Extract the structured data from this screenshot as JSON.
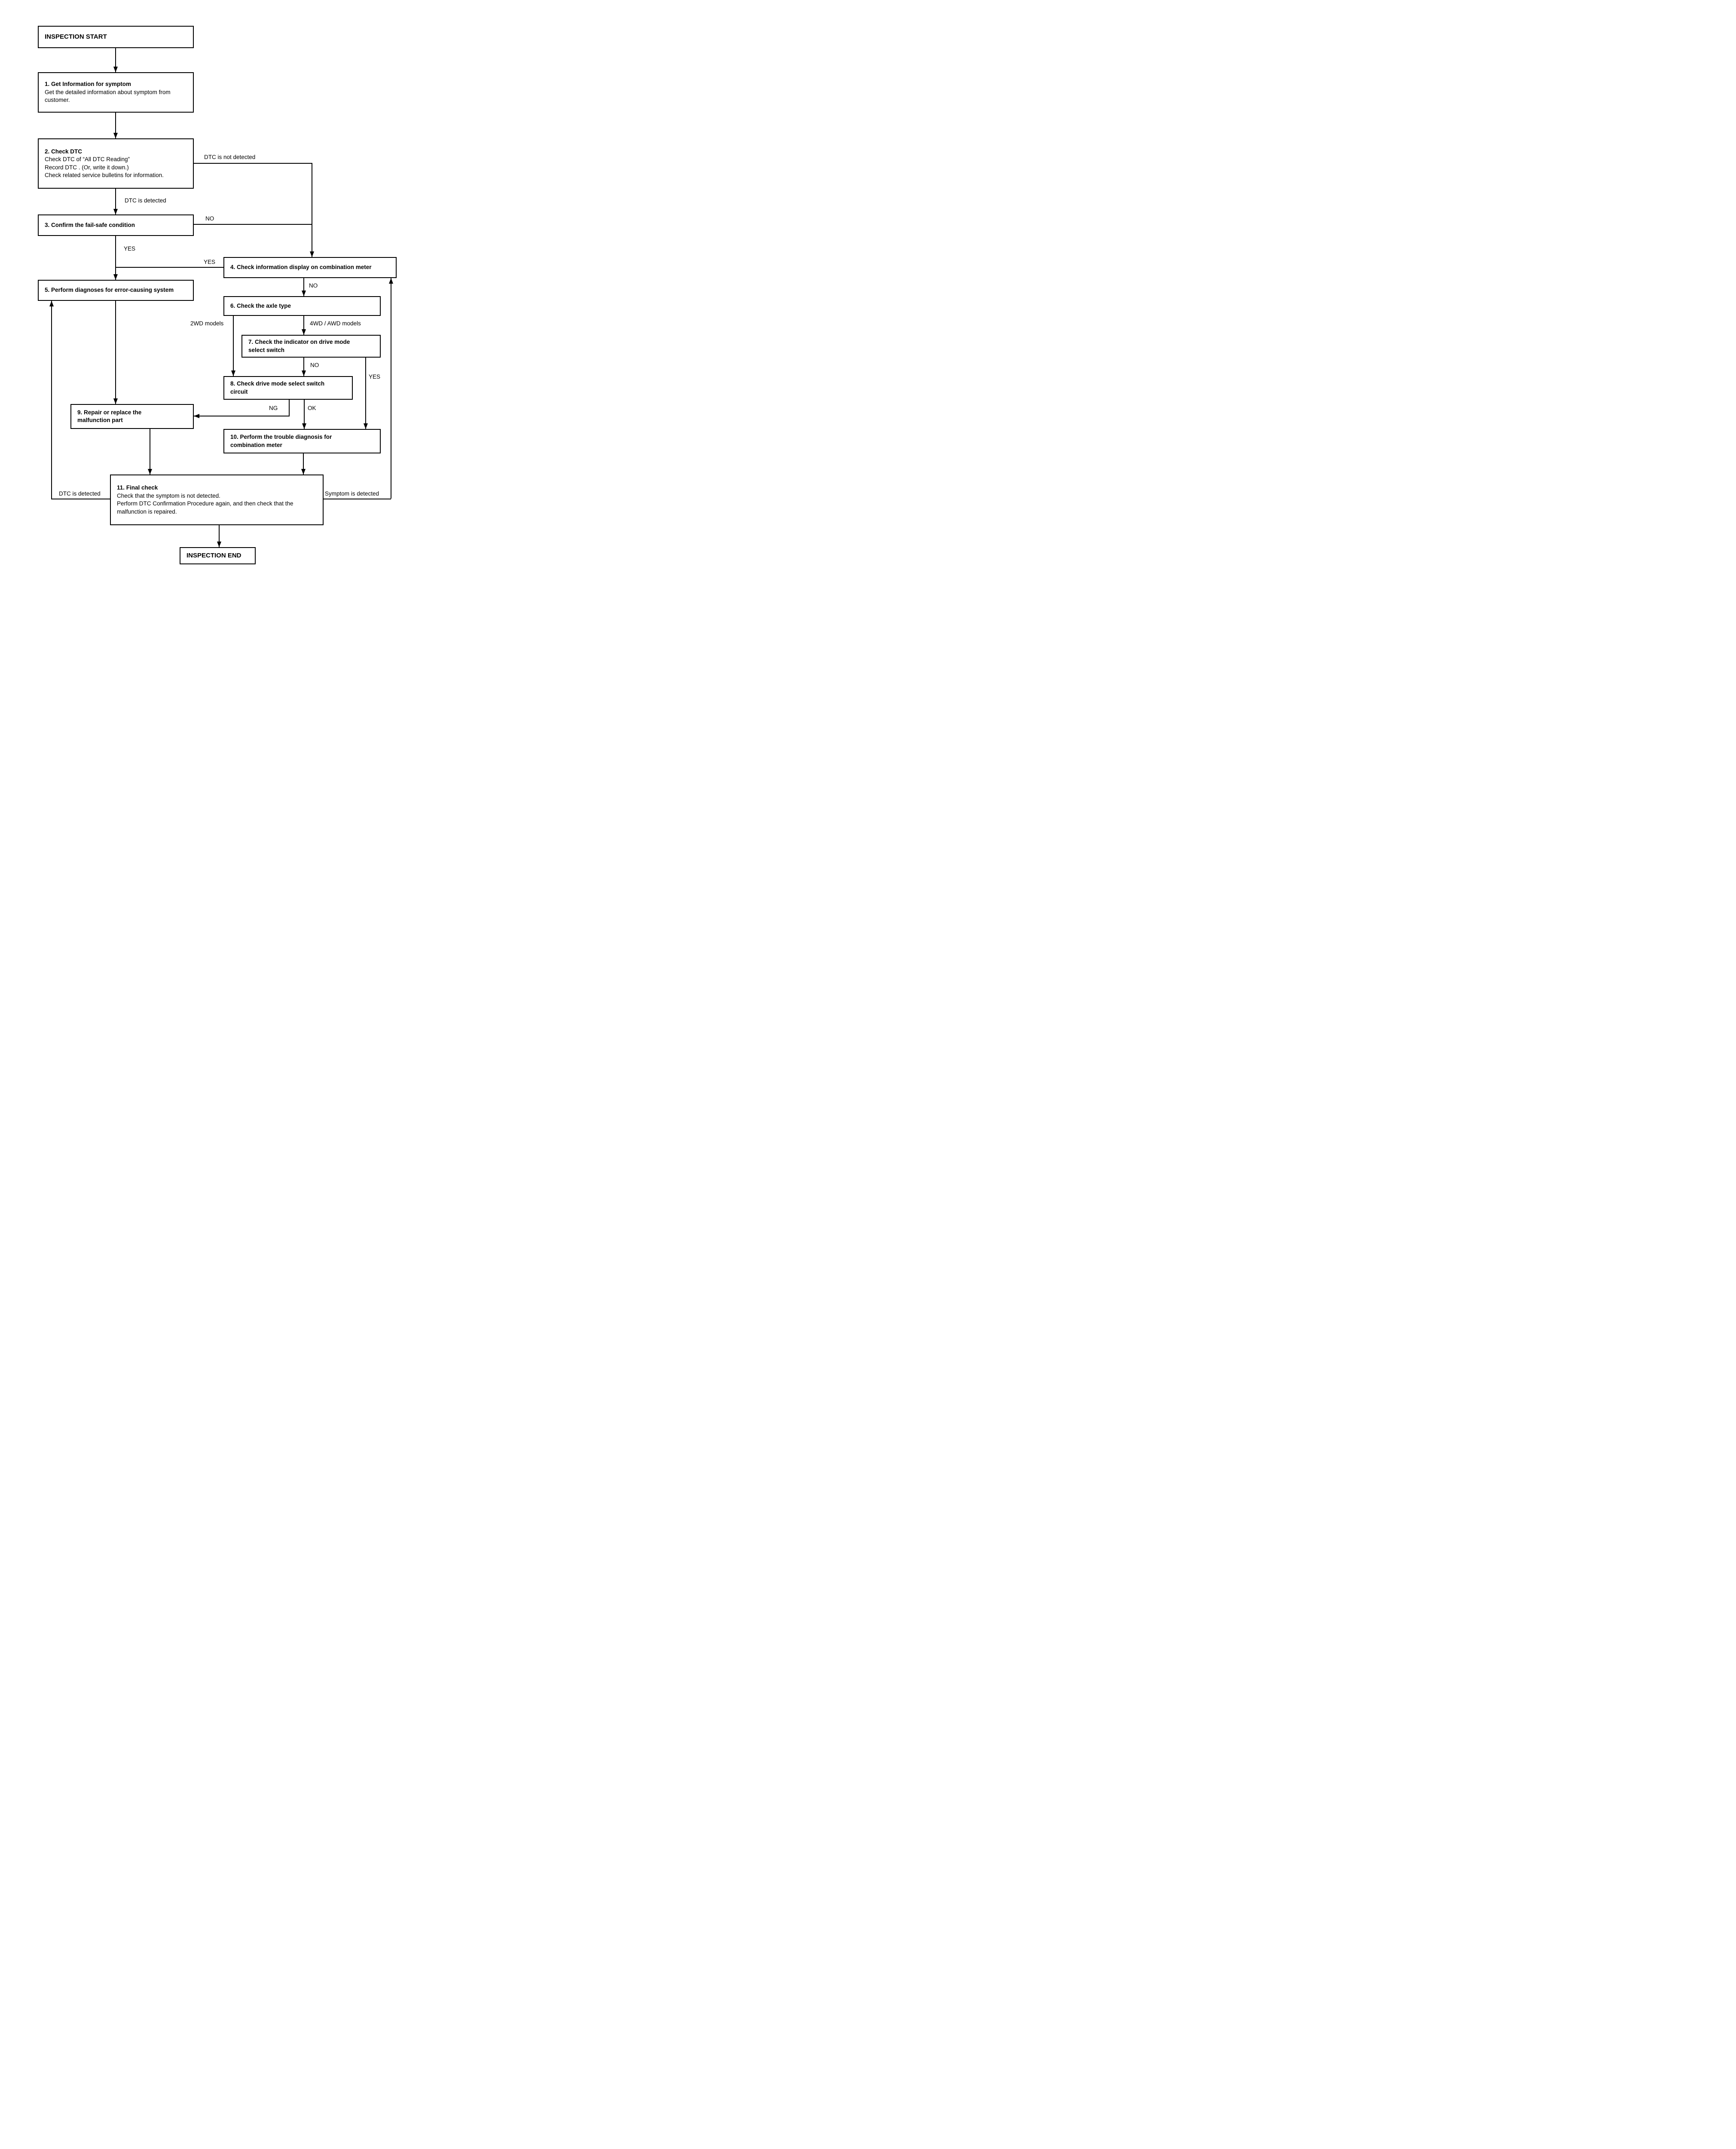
{
  "diagram": {
    "type": "flowchart",
    "nodes": {
      "start": {
        "label": "INSPECTION START"
      },
      "step1": {
        "title": "1. Get Information for symptom",
        "body": [
          "Get the detailed information about symptom from customer."
        ]
      },
      "step2": {
        "title": "2. Check DTC",
        "body": [
          "Check DTC of “All DTC Reading”",
          "Record DTC . (Or, write it down.)",
          "Check related service bulletins for information."
        ]
      },
      "step3": {
        "title": "3. Confirm the fail-safe condition"
      },
      "step4": {
        "title": "4. Check information display on combination meter"
      },
      "step5": {
        "title": "5. Perform diagnoses for error-causing system"
      },
      "step6": {
        "title": "6. Check the axle type"
      },
      "step7": {
        "title": "7. Check the indicator on drive mode select switch"
      },
      "step8": {
        "title": "8. Check drive mode select switch circuit"
      },
      "step9": {
        "title": "9. Repair or replace the malfunction part"
      },
      "step10": {
        "title": "10. Perform the trouble diagnosis for combination meter"
      },
      "step11": {
        "title": "11. Final check",
        "body": [
          "Check that the symptom is not detected.",
          "Perform DTC Confirmation Procedure again, and then check that the malfunction is repaired."
        ]
      },
      "end": {
        "label": "INSPECTION END"
      }
    },
    "edge_labels": {
      "step2_to_step3": "DTC is detected",
      "step2_to_step4": "DTC is not detected",
      "step3_to_step4": "NO",
      "step3_to_step5": "YES",
      "step4_to_step5": "YES",
      "step4_to_step6": "NO",
      "step6_to_step8": "2WD models",
      "step6_to_step7": "4WD / AWD models",
      "step7_to_step8": "NO",
      "step7_to_step10": "YES",
      "step8_to_step9": "NG",
      "step8_to_step10": "OK",
      "step11_to_step5": "DTC is detected",
      "step11_to_step4": "Symptom is detected"
    },
    "colors": {
      "line": "#000000",
      "background": "#ffffff",
      "text": "#000000"
    }
  }
}
